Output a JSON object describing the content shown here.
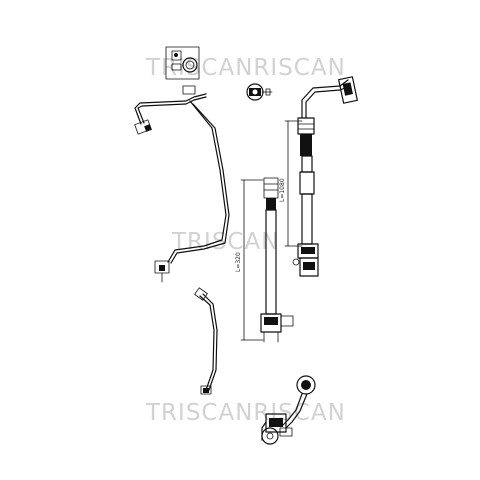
{
  "watermark": {
    "top": "TRISCANRISCAN",
    "middle": "TRISCAN",
    "bottom": "TRISCANRISCAN"
  },
  "dimensions": {
    "right_hose": "L=1080",
    "middle_hose": "L=320"
  }
}
